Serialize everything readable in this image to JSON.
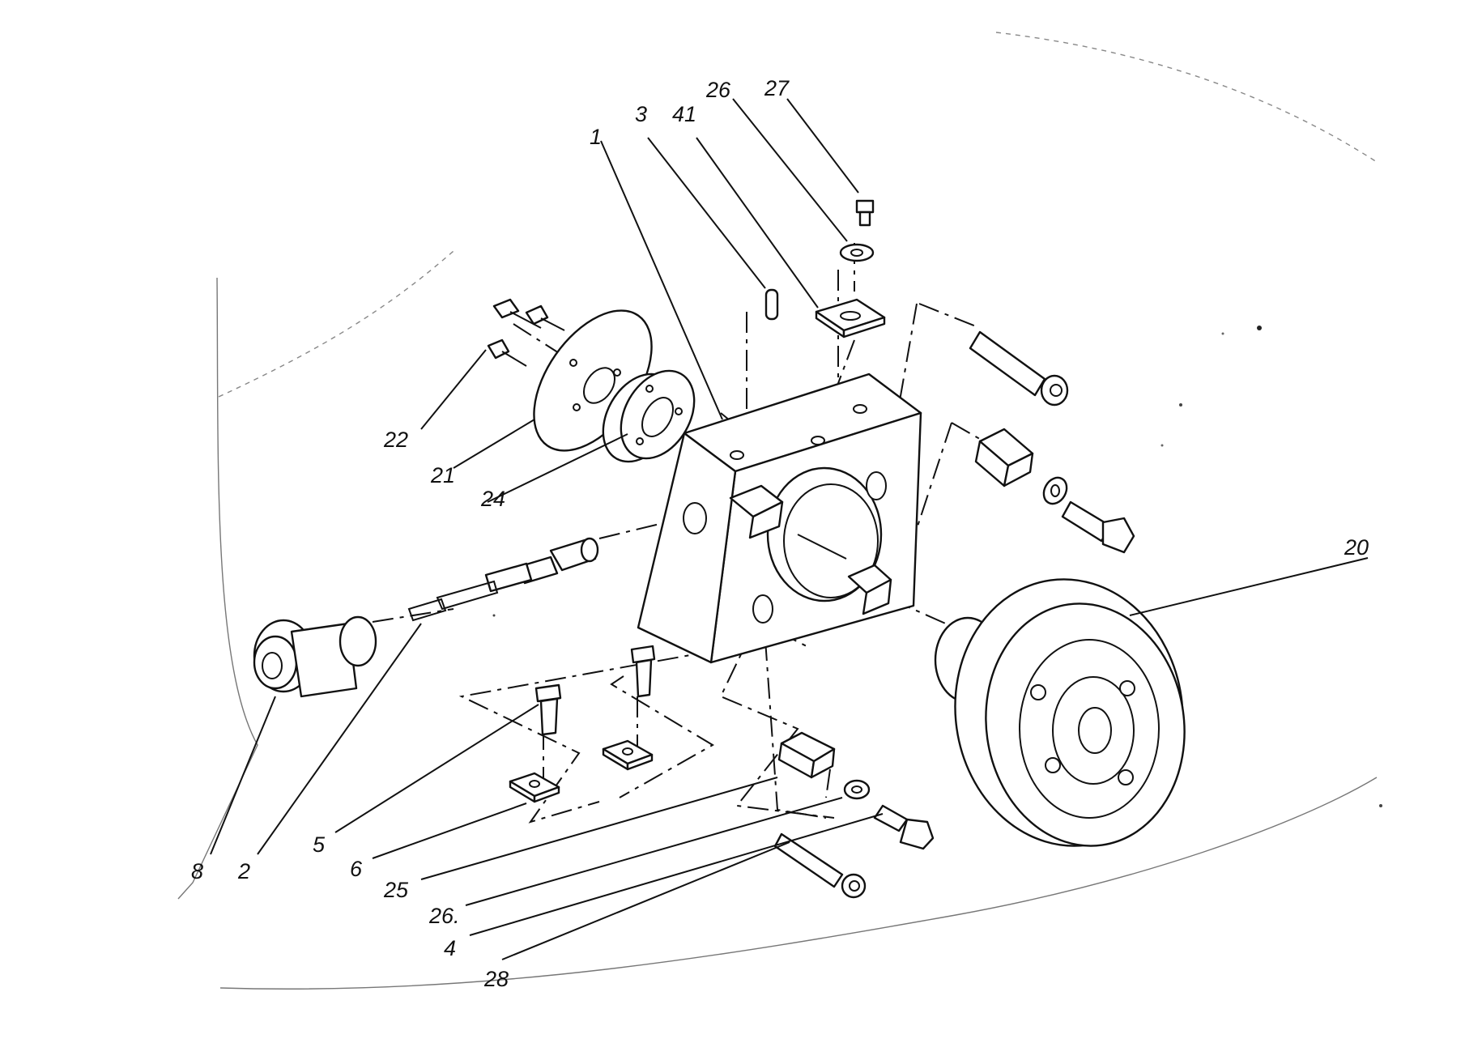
{
  "diagram": {
    "type": "exploded-parts-assembly",
    "callouts": {
      "p1": "1",
      "p2": "2",
      "p3": "3",
      "p4": "4",
      "p5": "5",
      "p6": "6",
      "p8": "8",
      "p20": "20",
      "p21": "21",
      "p22": "22",
      "p24": "24",
      "p25": "25",
      "p26_top": "26",
      "p26_bottom": "26.",
      "p27": "27",
      "p28": "28",
      "p41": "41"
    }
  }
}
